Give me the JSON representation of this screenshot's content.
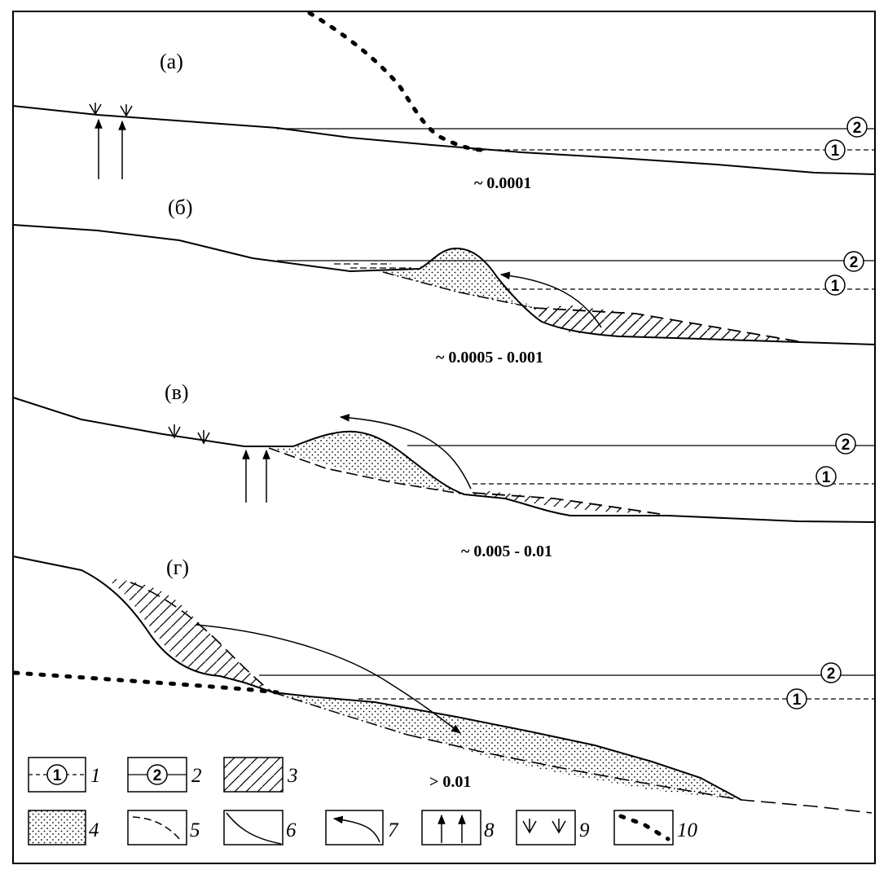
{
  "panels": [
    {
      "label": "(а)",
      "slope": "~ 0.0001"
    },
    {
      "label": "(б)",
      "slope": "~ 0.0005 - 0.001"
    },
    {
      "label": "(в)",
      "slope": "~ 0.005 - 0.01"
    },
    {
      "label": "(г)",
      "slope": "> 0.01"
    }
  ],
  "level_markers": {
    "one": "1",
    "two": "2"
  },
  "legend": [
    "1",
    "2",
    "3",
    "4",
    "5",
    "6",
    "7",
    "8",
    "9",
    "10"
  ]
}
